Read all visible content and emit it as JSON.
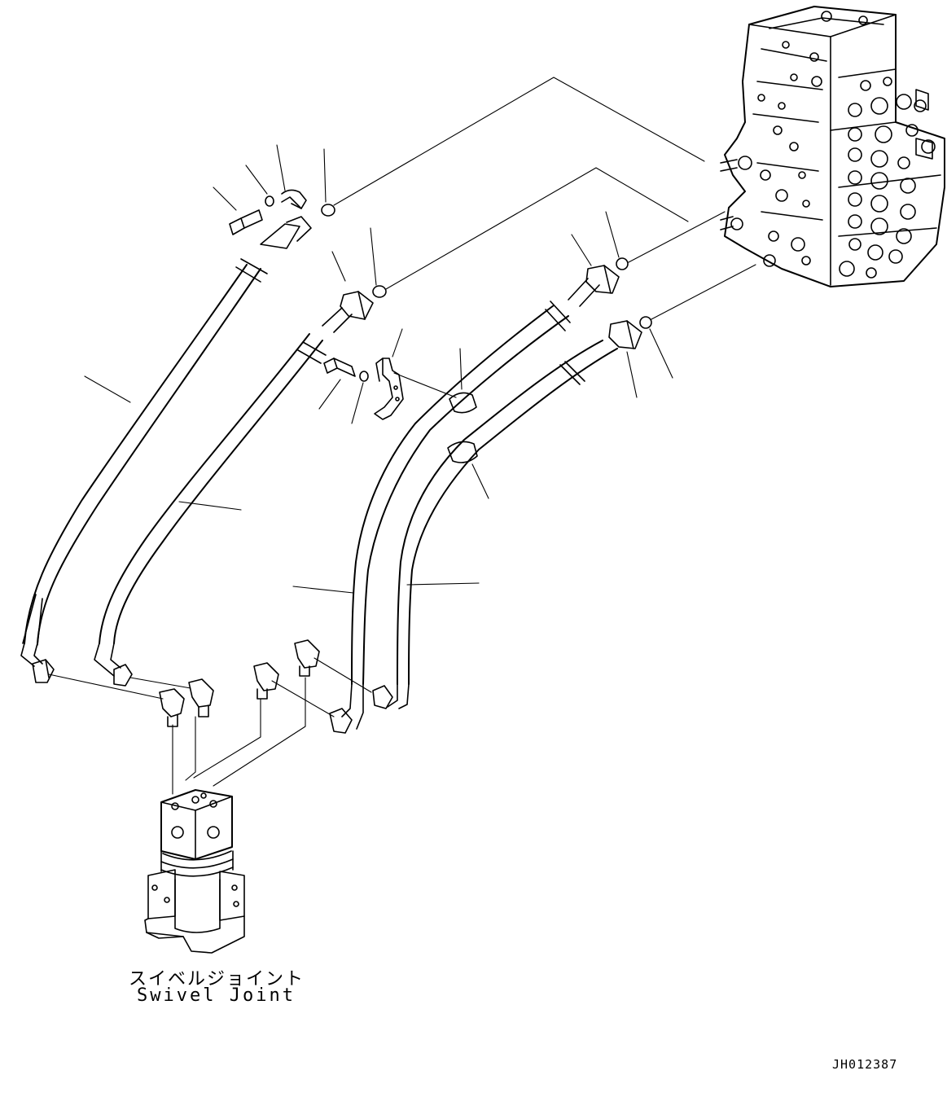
{
  "caption": {
    "japanese": "スイベルジョイント",
    "english": "Swivel Joint"
  },
  "drawing_id": "JH012387",
  "colors": {
    "ink": "#000000",
    "paper": "#ffffff"
  }
}
